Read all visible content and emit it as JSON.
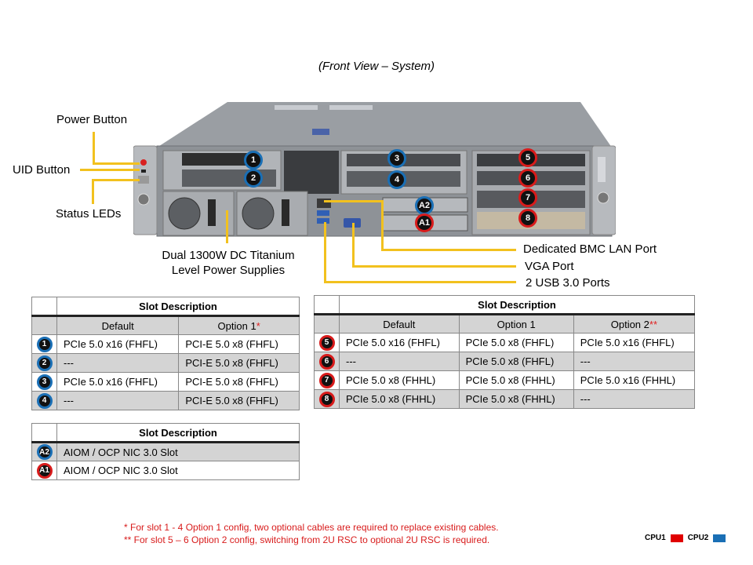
{
  "title": "(Front View – System)",
  "callouts": {
    "power_button": "Power Button",
    "uid_button": "UID Button",
    "status_leds": "Status LEDs",
    "psu_line1": "Dual 1300W DC Titanium",
    "psu_line2": "Level Power Supplies",
    "bmc_lan": "Dedicated BMC LAN Port",
    "vga": "VGA Port",
    "usb": "2 USB 3.0 Ports"
  },
  "chassis_badges": [
    {
      "id": "1",
      "cpu": "CPU2"
    },
    {
      "id": "2",
      "cpu": "CPU2"
    },
    {
      "id": "3",
      "cpu": "CPU2"
    },
    {
      "id": "4",
      "cpu": "CPU2"
    },
    {
      "id": "5",
      "cpu": "CPU1"
    },
    {
      "id": "6",
      "cpu": "CPU1"
    },
    {
      "id": "7",
      "cpu": "CPU1"
    },
    {
      "id": "8",
      "cpu": "CPU1"
    },
    {
      "id": "A2",
      "cpu": "CPU2"
    },
    {
      "id": "A1",
      "cpu": "CPU1"
    }
  ],
  "table1": {
    "header": "Slot Description",
    "columns": [
      "Default",
      "Option 1"
    ],
    "col_marks": [
      "",
      "*"
    ],
    "rows": [
      {
        "slot": "1",
        "cpu": "CPU2",
        "default": "PCIe 5.0 x16 (FHFL)",
        "option1": "PCI-E 5.0 x8 (FHFL)"
      },
      {
        "slot": "2",
        "cpu": "CPU2",
        "default": "---",
        "option1": "PCI-E 5.0 x8 (FHFL)"
      },
      {
        "slot": "3",
        "cpu": "CPU2",
        "default": "PCIe 5.0 x16 (FHFL)",
        "option1": "PCI-E 5.0 x8 (FHFL)"
      },
      {
        "slot": "4",
        "cpu": "CPU2",
        "default": "---",
        "option1": "PCI-E 5.0 x8 (FHFL)"
      }
    ]
  },
  "table2": {
    "header": "Slot Description",
    "columns": [
      "Default",
      "Option 1",
      "Option 2"
    ],
    "col_marks": [
      "",
      "",
      "**"
    ],
    "rows": [
      {
        "slot": "5",
        "cpu": "CPU1",
        "default": "PCIe 5.0 x16 (FHFL)",
        "option1": "PCIe 5.0 x8 (FHFL)",
        "option2": "PCIe 5.0 x16 (FHFL)"
      },
      {
        "slot": "6",
        "cpu": "CPU1",
        "default": "---",
        "option1": "PCIe 5.0 x8 (FHFL)",
        "option2": "---"
      },
      {
        "slot": "7",
        "cpu": "CPU1",
        "default": "PCIe 5.0 x8 (FHHL)",
        "option1": "PCIe 5.0 x8 (FHHL)",
        "option2": "PCIe 5.0 x16 (FHHL)"
      },
      {
        "slot": "8",
        "cpu": "CPU1",
        "default": "PCIe 5.0 x8 (FHHL)",
        "option1": "PCIe 5.0 x8 (FHHL)",
        "option2": "---"
      }
    ]
  },
  "table3": {
    "header": "Slot Description",
    "rows": [
      {
        "slot": "A2",
        "cpu": "CPU2",
        "desc": "AIOM / OCP NIC  3.0 Slot"
      },
      {
        "slot": "A1",
        "cpu": "CPU1",
        "desc": "AIOM / OCP NIC  3.0 Slot"
      }
    ]
  },
  "footnotes": [
    "* For slot 1 - 4 Option 1 config, two optional cables are required  to replace  existing cables.",
    "** For slot 5 – 6 Option 2 config, switching from 2U RSC to optional 2U RSC is required."
  ],
  "legend": [
    {
      "label": "CPU1",
      "color": "#e00000"
    },
    {
      "label": "CPU2",
      "color": "#1a6fb5"
    }
  ],
  "colors": {
    "callout_line": "#f2c11e",
    "cpu1": "#d81b1b",
    "cpu2": "#1a6fb5",
    "footnote": "#d81b1b"
  }
}
